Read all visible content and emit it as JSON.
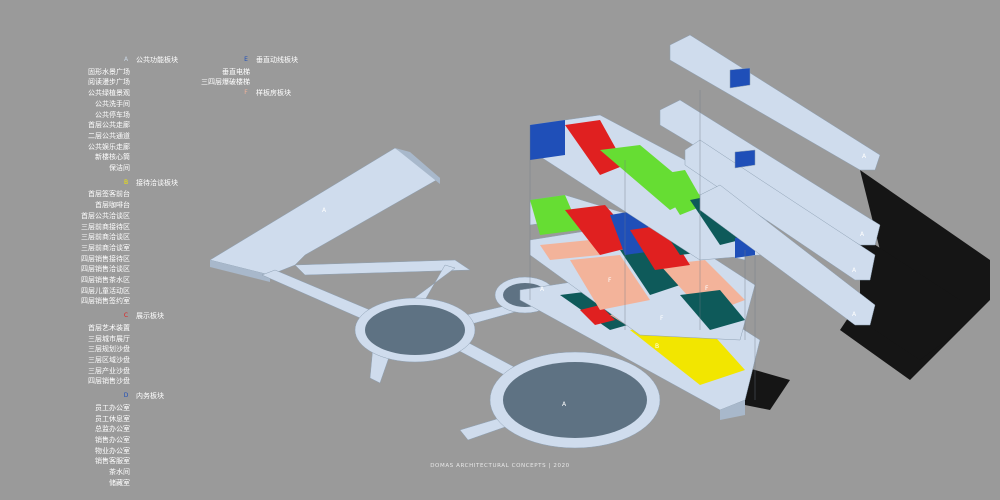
{
  "legend_left": [
    {
      "key": "A",
      "title": "公共功能板块",
      "color": "#c8d4e0",
      "items": [
        "固形水景广场",
        "阅读漫步广场",
        "公共绿植景观",
        "公共洗手间",
        "公共停车场",
        "首层公共走廊",
        "二层公共通道",
        "公共娱乐走廊",
        "新楼核心筒",
        "保洁间"
      ]
    },
    {
      "key": "B",
      "title": "接待洽谈板块",
      "color": "#f2e600",
      "items": [
        "首层签客前台",
        "首层咖啡台",
        "首层公共洽谈区",
        "三层前商接待区",
        "三层前商洽谈区",
        "三层前商洽谈室",
        "四层销售接待区",
        "四层销售洽谈区",
        "四层销售茶水区",
        "四层儿童活动区",
        "四层销售签约室"
      ]
    },
    {
      "key": "C",
      "title": "展示板块",
      "color": "#e02020",
      "items": [
        "首层艺术装置",
        "三层城市展厅",
        "三层规划沙盘",
        "三层区域沙盘",
        "三层产业沙盘",
        "四层销售沙盘"
      ]
    },
    {
      "key": "D",
      "title": "内务板块",
      "color": "#1f4fb8",
      "items": [
        "员工办公室",
        "员工休息室",
        "总监办公室",
        "销售办公室",
        "物业办公室",
        "销售客服室",
        "茶水间",
        "储藏室"
      ]
    }
  ],
  "legend_right": [
    {
      "key": "E",
      "title": "垂直动线板块",
      "color": "#1f4fb8",
      "items": [
        "垂直电梯",
        "三四层爆破楼梯"
      ]
    },
    {
      "key": "F",
      "title": "样板房板块",
      "color": "#f3b39a",
      "items": []
    }
  ],
  "labels": {
    "A": "A",
    "B": "B",
    "C": "C",
    "D": "D",
    "E": "E",
    "F": "F"
  },
  "footer": "DOMAS ARCHITECTURAL CONCEPTS | 2020",
  "colors": {
    "slab": "#cfdced",
    "slab_side": "#a8b8cb",
    "shadow": "#151515",
    "pool": "#5e7283",
    "blue": "#1f4fb8",
    "red": "#e02020",
    "green": "#66dd33",
    "teal": "#0e5a5a",
    "salmon": "#f3b39a",
    "yellow": "#f2e600"
  }
}
